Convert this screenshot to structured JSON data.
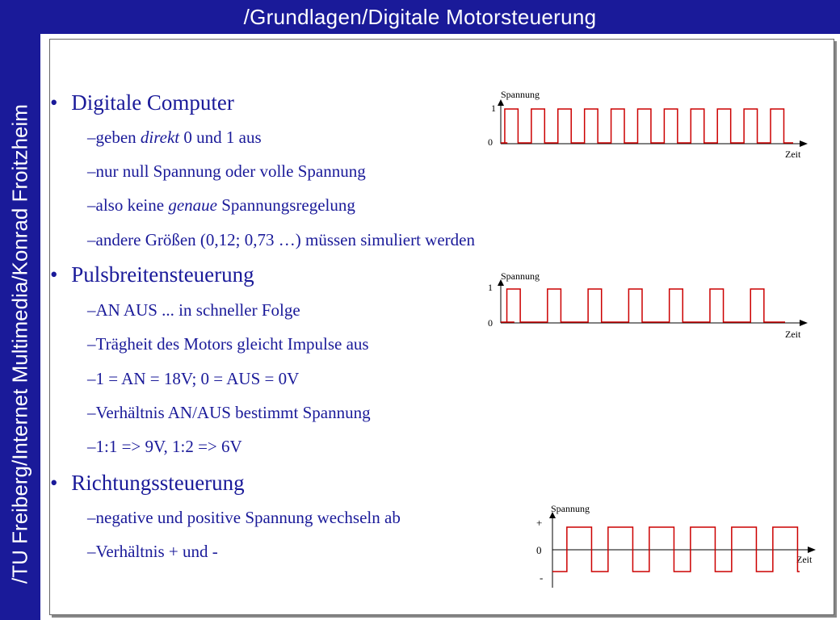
{
  "title": "/Grundlagen/Digitale Motorsteuerung",
  "sidebar": "/TU Freiberg/Internet Multimedia/Konrad Froitzheim",
  "bullets": [
    {
      "text": "Digitale Computer"
    },
    {
      "text": "Pulsbreitensteuerung"
    },
    {
      "text": "Richtungssteuerung"
    }
  ],
  "sub": {
    "dash": "–",
    "s1a_pre": "geben ",
    "s1a_em": "direkt",
    "s1a_post": " 0 und 1 aus",
    "s1b": "nur null Spannung oder volle Spannung",
    "s1c_pre": "also keine ",
    "s1c_em": "genaue",
    "s1c_post": " Spannungsregelung",
    "s1d": "andere Größen (0,12; 0,73 …) müssen simuliert werden",
    "s2a": "AN AUS ... in schneller Folge",
    "s2b": "Trägheit des Motors gleicht Impulse aus",
    "s2c": "1 = AN = 18V; 0 = AUS = 0V",
    "s2d": "Verhältnis AN/AUS bestimmt Spannung",
    "s2e": "1:1 => 9V, 1:2 => 6V",
    "s3a": "negative und positive Spannung wechseln ab",
    "s3b": "Verhältnis + und -"
  },
  "chart_data": [
    {
      "type": "line",
      "ylabel": "Spannung",
      "xlabel": "Zeit",
      "yticks": [
        "0",
        "1"
      ],
      "x": [
        0,
        1,
        2,
        3,
        4,
        5,
        6,
        7,
        8,
        9,
        10,
        11,
        12,
        13,
        14,
        15,
        16,
        17,
        18,
        19,
        20,
        21,
        22
      ],
      "y": [
        0,
        1,
        0,
        1,
        0,
        1,
        0,
        1,
        0,
        1,
        0,
        1,
        0,
        1,
        0,
        1,
        0,
        1,
        0,
        1,
        0,
        1,
        0
      ],
      "duty_cycle": 0.5,
      "pulses": 11
    },
    {
      "type": "line",
      "ylabel": "Spannung",
      "xlabel": "Zeit",
      "yticks": [
        "0",
        "1"
      ],
      "duty_cycle": 0.33,
      "pulses": 7
    },
    {
      "type": "line",
      "ylabel": "Spannung",
      "xlabel": "Zeit",
      "yticks": [
        "+",
        "0",
        "-"
      ],
      "levels": [
        1,
        -1
      ],
      "duty_cycle": 0.6,
      "pulses": 6
    }
  ],
  "colors": {
    "accent": "#1a1a99",
    "signal": "#cc0000"
  }
}
